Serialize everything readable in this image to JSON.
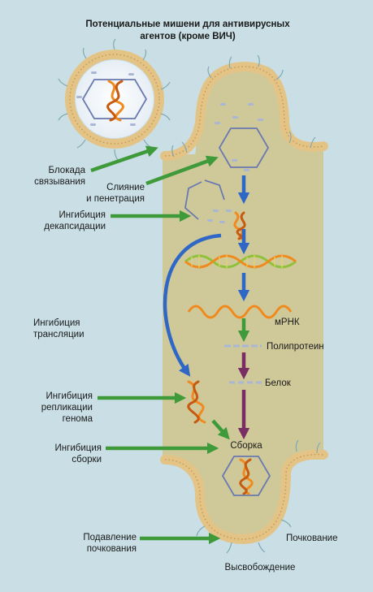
{
  "title": {
    "line1": "Потенциальные мишени для антивирусных",
    "line2": "агентов (кроме ВИЧ)"
  },
  "labels": {
    "binding_block_1": "Блокада",
    "binding_block_2": "связывания",
    "fusion_1": "Слияние",
    "fusion_2": "и пенетрация",
    "uncoating_1": "Ингибиция",
    "uncoating_2": "декапсидации",
    "translation_1": "Ингибиция",
    "translation_2": "трансляции",
    "replication_1": "Ингибиция",
    "replication_2": "репликации",
    "replication_3": "генома",
    "assembly_inhib_1": "Ингибиция",
    "assembly_inhib_2": "сборки",
    "budding_suppr_1": "Подавление",
    "budding_suppr_2": "почкования",
    "mrna": "мРНК",
    "polyprotein": "Полипротеин",
    "protein": "Белок",
    "assembly": "Сборка",
    "budding": "Почкование",
    "release": "Высвобождение"
  },
  "colors": {
    "background": "#c9dfe5",
    "cell_fill": "#cfc99a",
    "membrane": "#e3c486",
    "green_arrow": "#3f9a3a",
    "blue_arrow": "#2f67c6",
    "purple_arrow": "#7a2d63",
    "rna_orange": "#f08a1e",
    "dna_green": "#8fc23a",
    "capsid": "#6a79b0"
  }
}
